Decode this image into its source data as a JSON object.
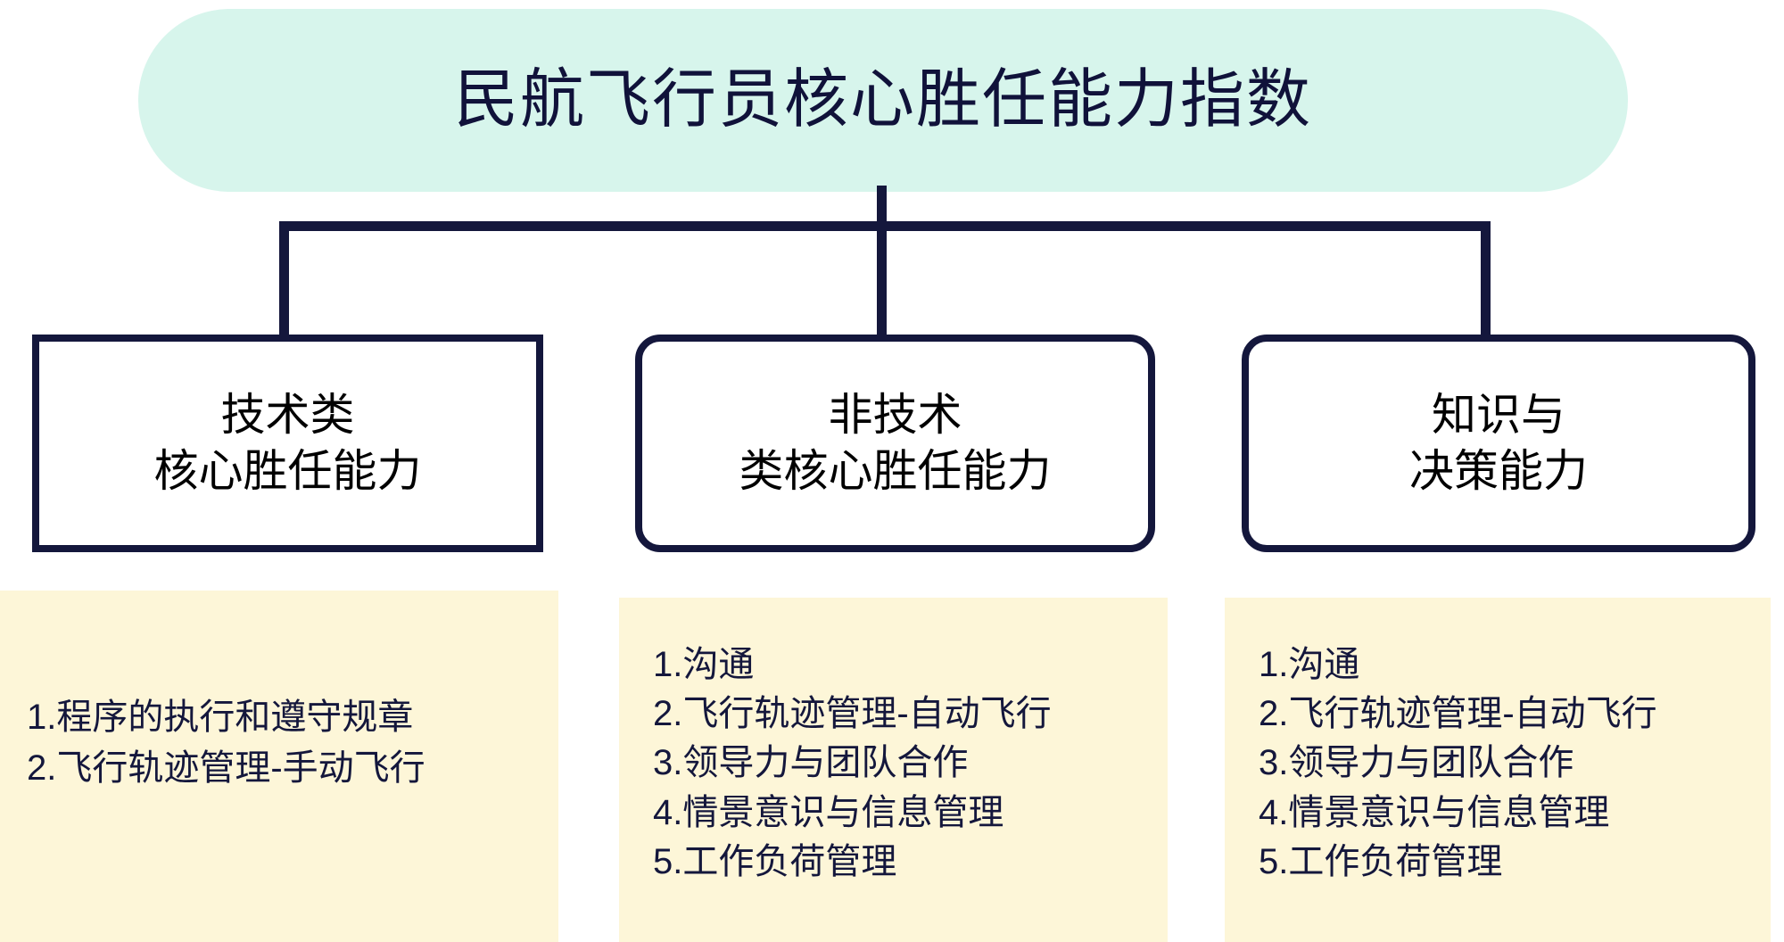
{
  "diagram": {
    "title": "民航飞行员核心胜任能力指数",
    "colors": {
      "title_background": "#d7f5ec",
      "connector": "#14173c",
      "box_border": "#14173c",
      "box_background": "#ffffff",
      "panel_background": "#fdf6d8",
      "title_text": "#10123a",
      "box_text": "#000000",
      "panel_text": "#14173c"
    },
    "categories": [
      {
        "id": "technical",
        "line1": "技术类",
        "line2": "核心胜任能力",
        "corner": "sharp",
        "items": [
          "1.程序的执行和遵守规章",
          "2.飞行轨迹管理-手动飞行"
        ]
      },
      {
        "id": "non-technical",
        "line1": "非技术",
        "line2": "类核心胜任能力",
        "corner": "rounded",
        "items": [
          "1.沟通",
          "2.飞行轨迹管理-自动飞行",
          "3.领导力与团队合作",
          "4.情景意识与信息管理",
          "5.工作负荷管理"
        ]
      },
      {
        "id": "knowledge-decision",
        "line1": "知识与",
        "line2": "决策能力",
        "corner": "rounded",
        "items": [
          "1.沟通",
          "2.飞行轨迹管理-自动飞行",
          "3.领导力与团队合作",
          "4.情景意识与信息管理",
          "5.工作负荷管理"
        ]
      }
    ]
  }
}
